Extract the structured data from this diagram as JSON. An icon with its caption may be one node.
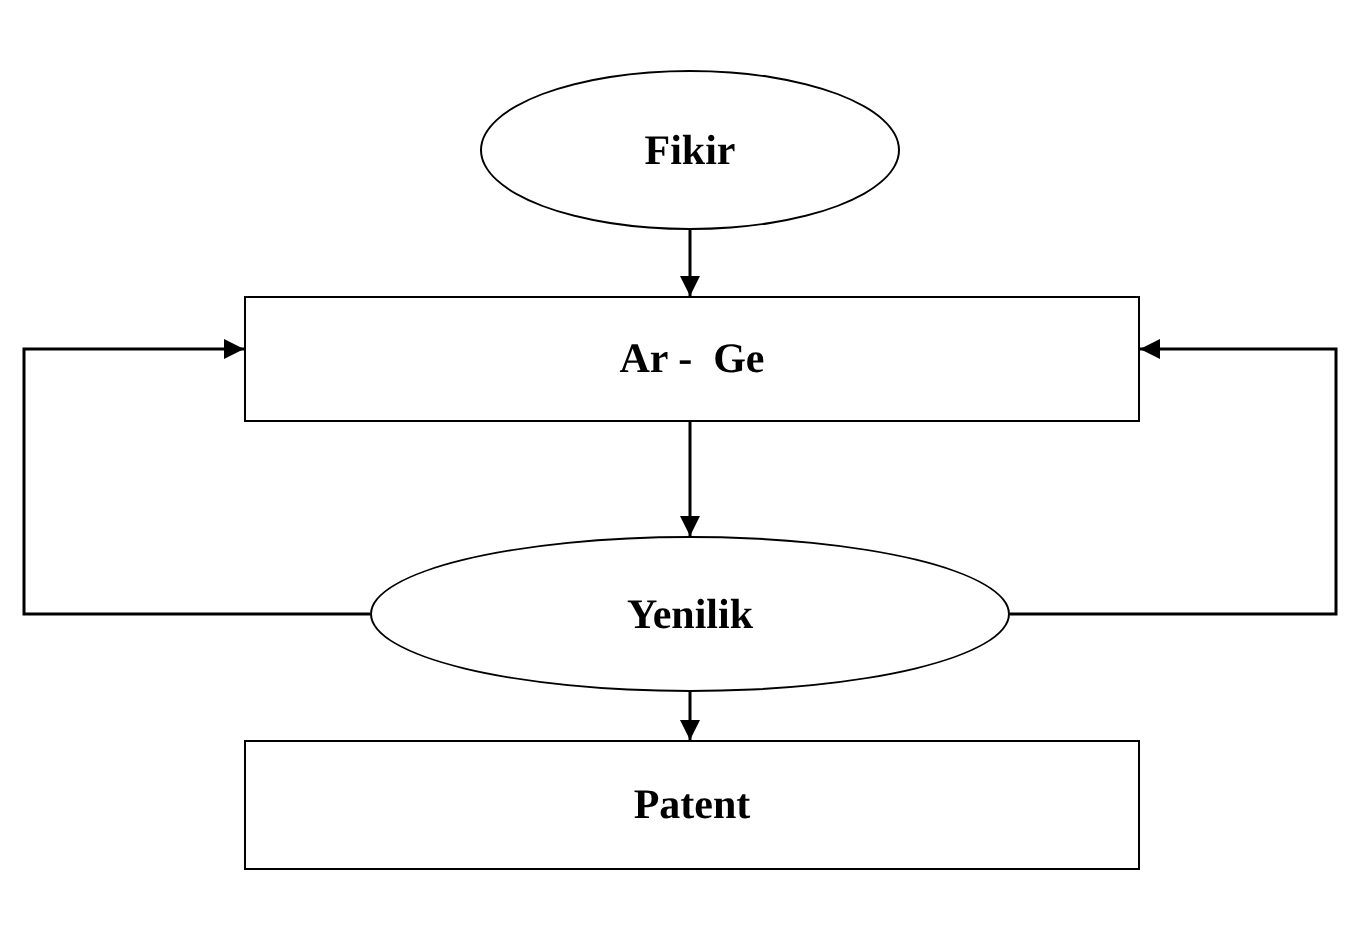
{
  "diagram": {
    "nodes": [
      {
        "text": [
          "Fikir"
        ]
      },
      {
        "text": [
          "Ar -  Ge"
        ]
      },
      {
        "text": [
          "Yenilik"
        ]
      },
      {
        "text": [
          "Patent"
        ]
      }
    ],
    "edges": [
      {
        "from": 0,
        "to": 1,
        "arrow": "to"
      },
      {
        "from": 1,
        "to": 2,
        "arrow": "to"
      },
      {
        "from": 2,
        "to": 3,
        "arrow": "to"
      },
      {
        "from": 2,
        "to": 1,
        "arrow": "to"
      },
      {
        "from": 2,
        "to": 1,
        "arrow": "to"
      }
    ]
  }
}
